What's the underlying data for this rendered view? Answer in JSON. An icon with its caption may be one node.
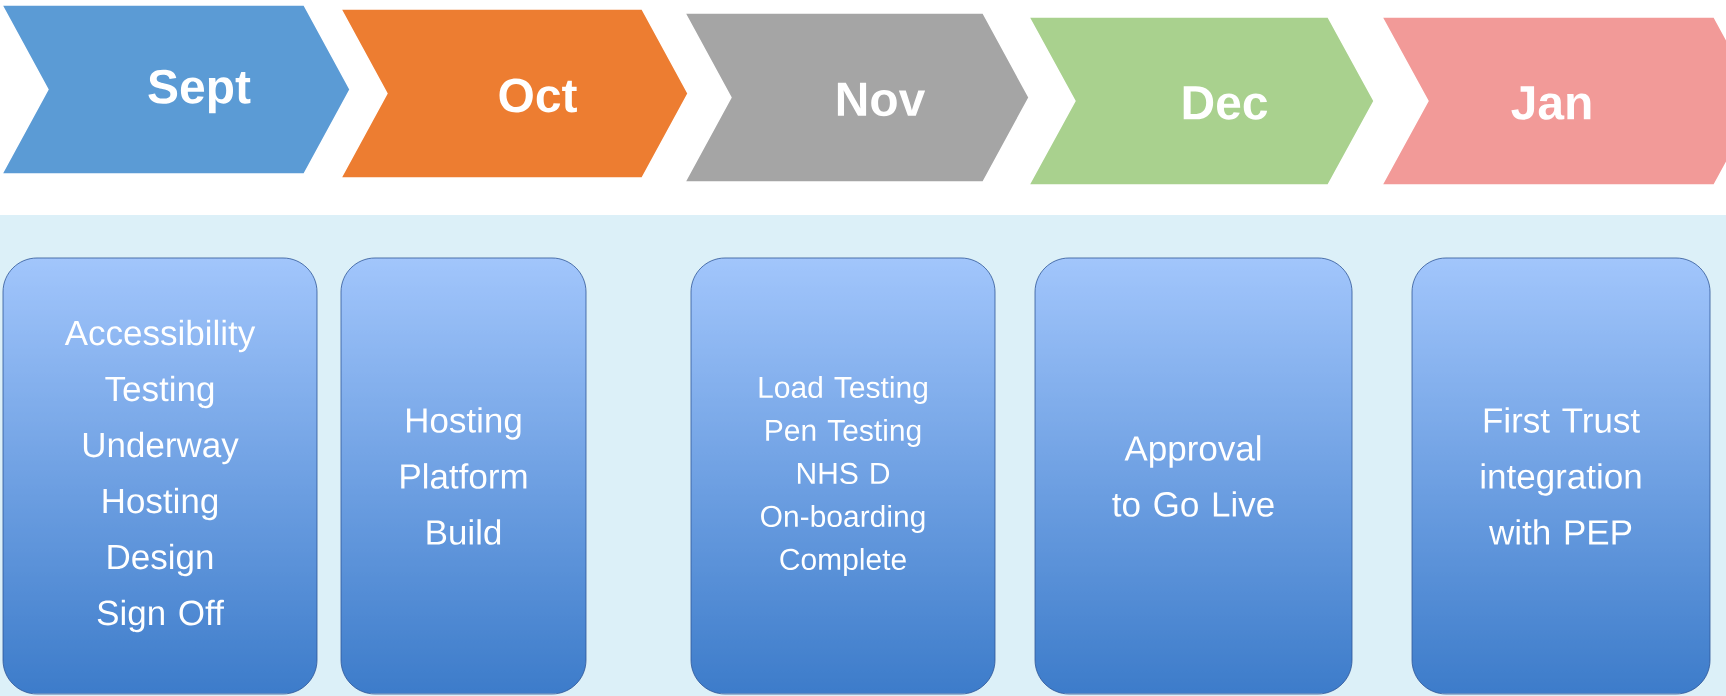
{
  "diagram": {
    "nodes": [
      {
        "text": [
          "Sept"
        ]
      },
      {
        "text": [
          "Oct"
        ]
      },
      {
        "text": [
          "Nov"
        ]
      },
      {
        "text": [
          "Dec"
        ]
      },
      {
        "text": [
          "Jan"
        ]
      },
      {
        "text": [
          "Accessibility Testing Underway",
          "Hosting Design Sign Off"
        ]
      },
      {
        "text": [
          "Hosting Platform Build"
        ]
      },
      {
        "text": [
          "Load Testing",
          "Pen Testing",
          "NHS D On-boarding Complete"
        ]
      },
      {
        "text": [
          "Approval to Go Live"
        ]
      },
      {
        "text": [
          "First Trust integration with PEP"
        ]
      }
    ],
    "edges": []
  }
}
